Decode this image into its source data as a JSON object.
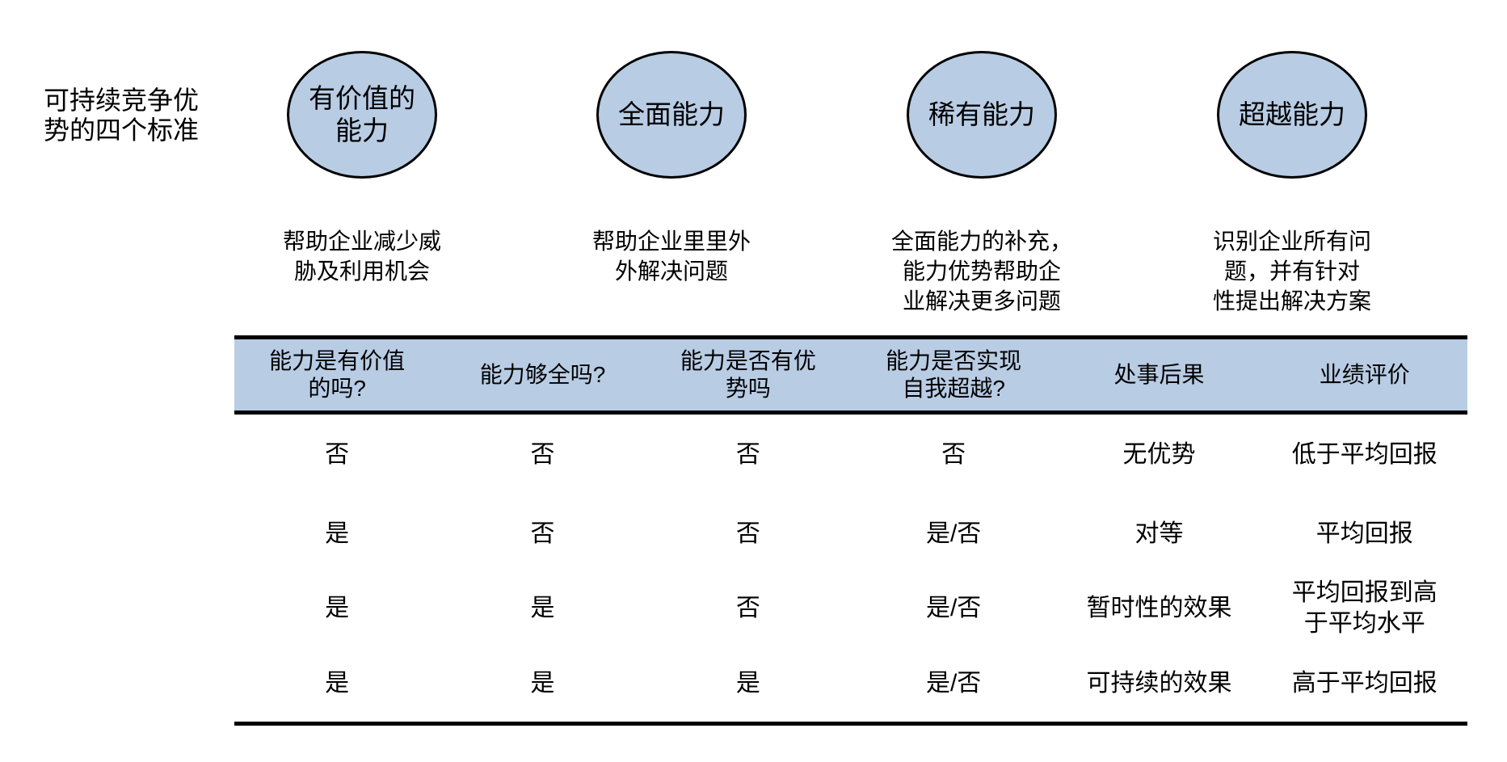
{
  "colors": {
    "shape_fill": "#b8cce4",
    "shape_border": "#000000",
    "background": "#ffffff"
  },
  "side_title": "可持续竞争优\n势的四个标准",
  "criteria": [
    {
      "circle_label": "有价值的\n能力",
      "description": "帮助企业减少威\n胁及利用机会"
    },
    {
      "circle_label": "全面能力",
      "description": "帮助企业里里外\n外解决问题"
    },
    {
      "circle_label": "稀有能力",
      "description": "全面能力的补充，\n能力优势帮助企\n业解决更多问题"
    },
    {
      "circle_label": "超越能力",
      "description": "识别企业所有问\n题，并有针对\n性提出解决方案"
    }
  ],
  "table": {
    "headers": [
      "能力是有价值\n的吗?",
      "能力够全吗?",
      "能力是否有优\n势吗",
      "能力是否实现\n自我超越?",
      "处事后果",
      "业绩评价"
    ],
    "rows": [
      [
        "否",
        "否",
        "否",
        "否",
        "无优势",
        "低于平均回报"
      ],
      [
        "是",
        "否",
        "否",
        "是/否",
        "对等",
        "平均回报"
      ],
      [
        "是",
        "是",
        "否",
        "是/否",
        "暂时性的效果",
        "平均回报到高\n于平均水平"
      ],
      [
        "是",
        "是",
        "是",
        "是/否",
        "可持续的效果",
        "高于平均回报"
      ]
    ]
  }
}
